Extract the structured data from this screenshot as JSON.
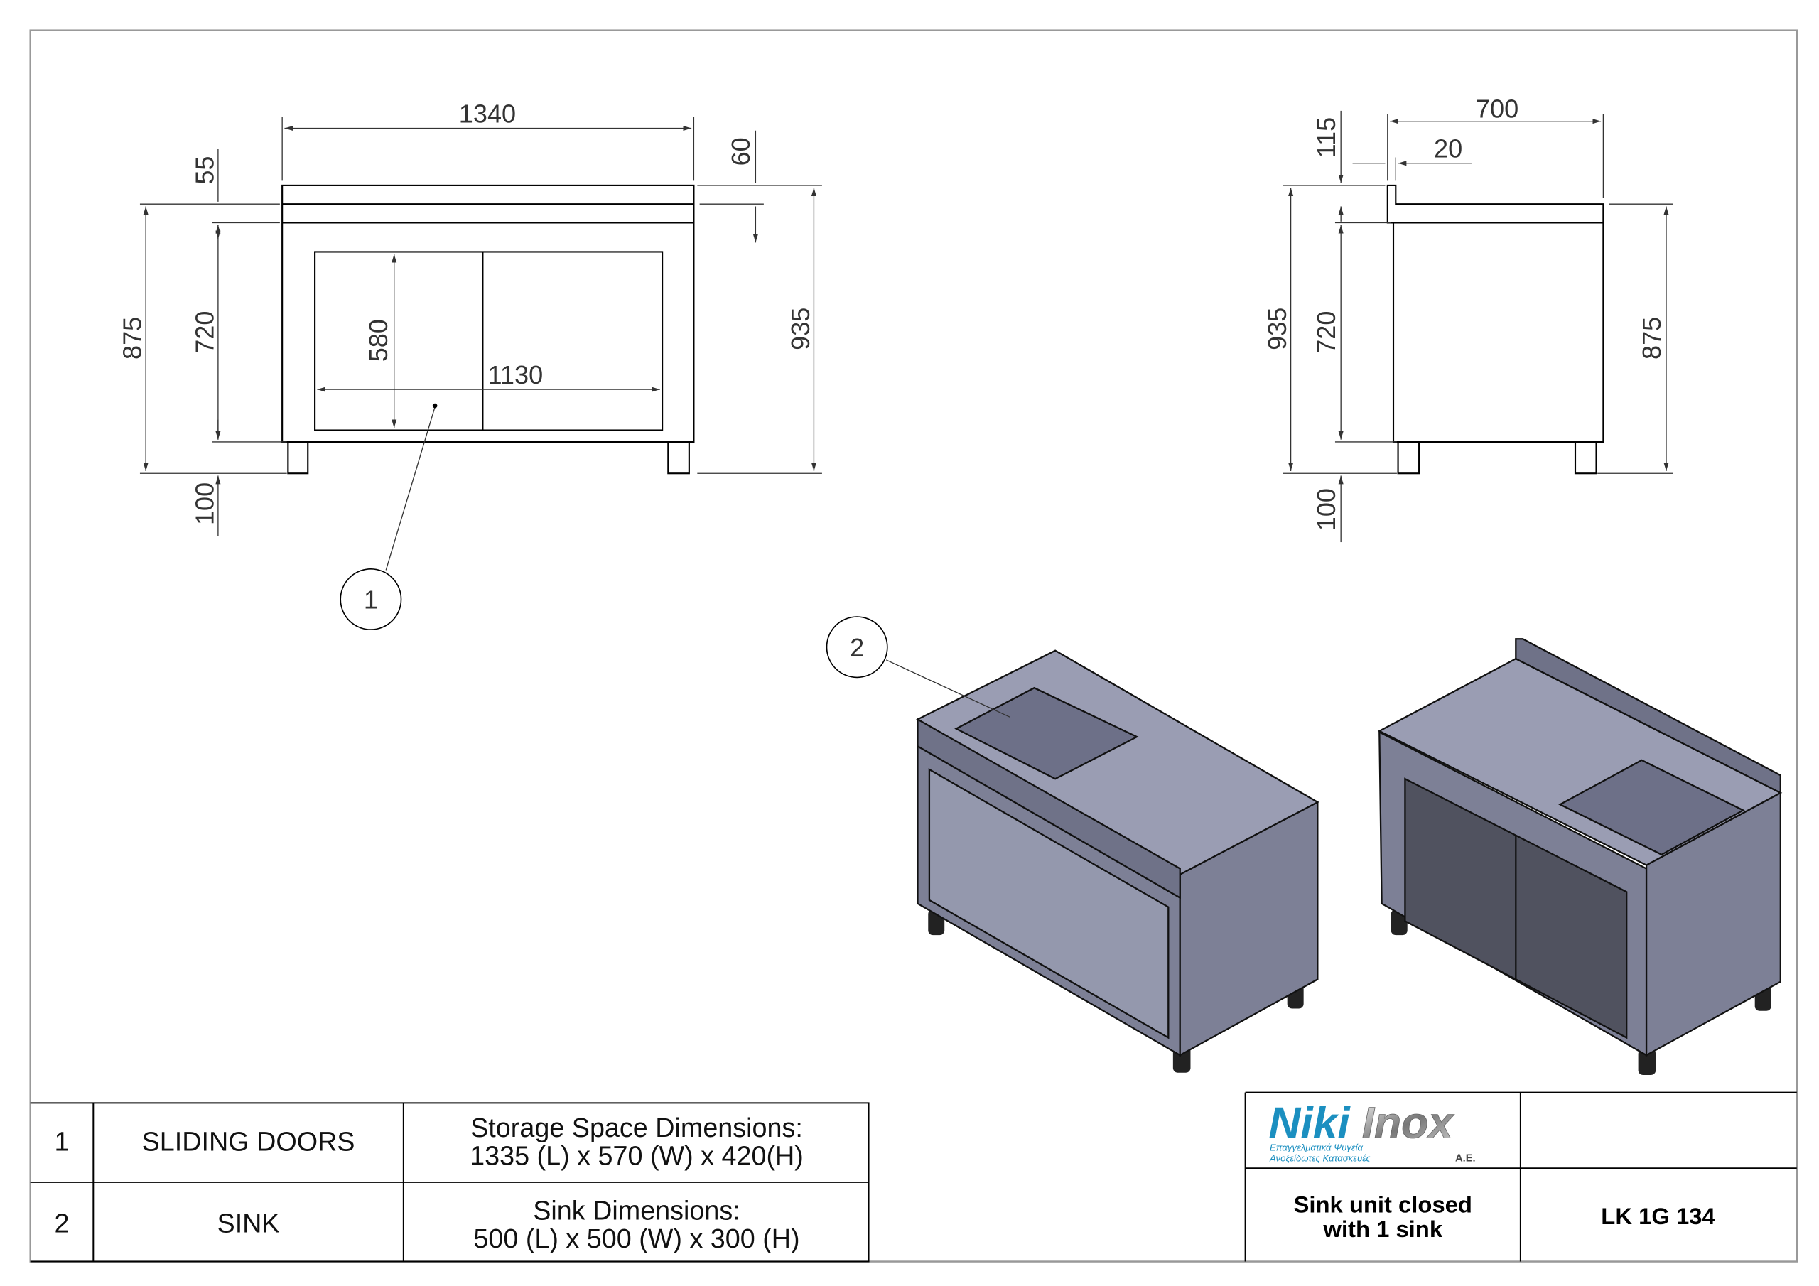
{
  "front_view": {
    "width": "1340",
    "backsplash": "60",
    "top_thickness": "55",
    "height_no_splash": "875",
    "body_height": "720",
    "door_height": "580",
    "door_width": "1130",
    "total_height": "935",
    "leg_height": "100"
  },
  "side_view": {
    "depth": "700",
    "splash_thickness": "20",
    "splash_height": "115",
    "total_height": "935",
    "body_height": "720",
    "height_no_splash": "875",
    "leg_height": "100"
  },
  "balloons": [
    "1",
    "2"
  ],
  "parts_table": [
    {
      "no": "1",
      "name": "SLIDING DOORS",
      "desc_line1": "Storage Space Dimensions:",
      "desc_line2": "1335 (L) x 570 (W) x 420(H)"
    },
    {
      "no": "2",
      "name": "SINK",
      "desc_line1": "Sink Dimensions:",
      "desc_line2": "500 (L) x 500 (W) x 300 (H)"
    }
  ],
  "title_block": {
    "logo_text": "NikiInox",
    "logo_suffix": "A.E.",
    "logo_tagline1": "Επαγγελματικά Ψυγεία",
    "logo_tagline2": "Ανοξείδωτες Κατασκευές",
    "description_line1": "Sink unit closed",
    "description_line2": "with 1 sink",
    "code": "LK 1G 134"
  },
  "colors": {
    "logo_blue": "#1b8fc0",
    "steel_top": "#9a9db3",
    "steel_front": "#7d8096",
    "steel_dark": "#50525f"
  }
}
